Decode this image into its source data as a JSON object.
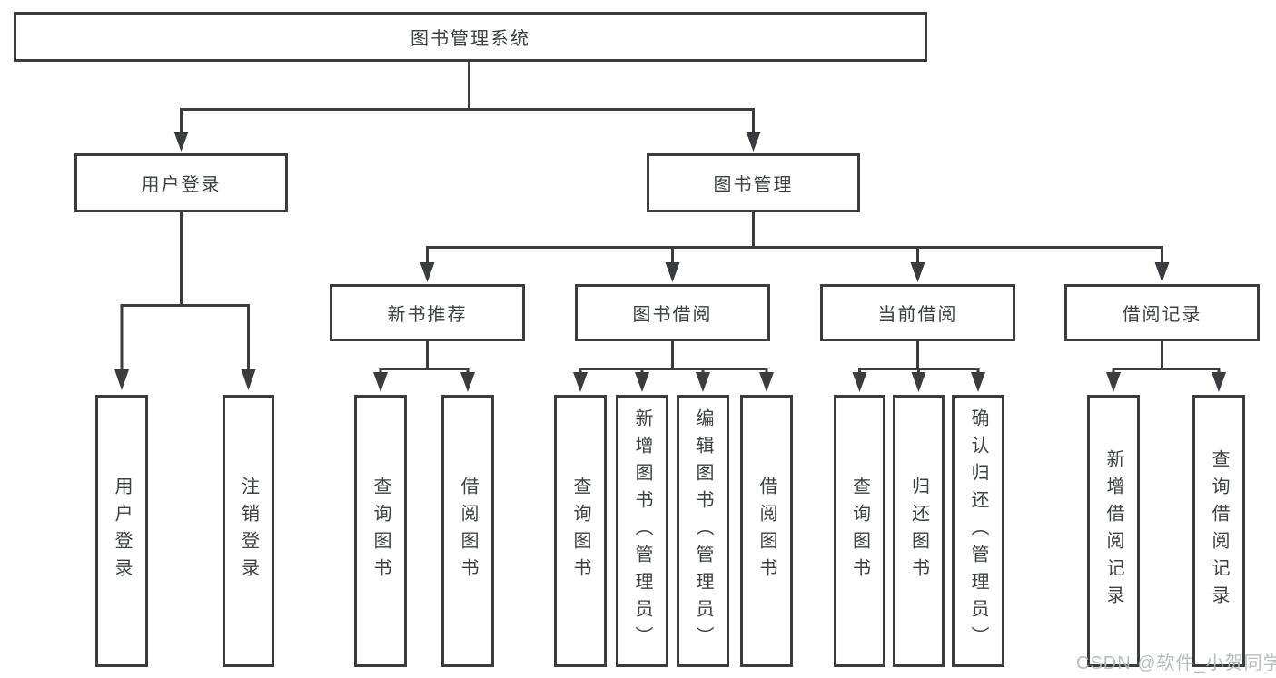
{
  "diagram": {
    "type": "tree",
    "root": {
      "label": "图书管理系统",
      "children": [
        {
          "label": "用户登录",
          "children": [
            {
              "label": "用户登录"
            },
            {
              "label": "注销登录"
            }
          ]
        },
        {
          "label": "图书管理",
          "children": [
            {
              "label": "新书推荐",
              "children": [
                {
                  "label": "查询图书"
                },
                {
                  "label": "借阅图书"
                }
              ]
            },
            {
              "label": "图书借阅",
              "children": [
                {
                  "label": "查询图书"
                },
                {
                  "label": "新增图书（管理员）"
                },
                {
                  "label": "编辑图书（管理员）"
                },
                {
                  "label": "借阅图书"
                }
              ]
            },
            {
              "label": "当前借阅",
              "children": [
                {
                  "label": "查询图书"
                },
                {
                  "label": "归还图书"
                },
                {
                  "label": "确认归还（管理员）"
                }
              ]
            },
            {
              "label": "借阅记录",
              "children": [
                {
                  "label": "新增借阅记录"
                },
                {
                  "label": "查询借阅记录"
                }
              ]
            }
          ]
        }
      ]
    },
    "colors": {
      "line": "#3a3c40",
      "box_border": "#3a3c40",
      "text": "#3d4045",
      "watermark": "#b2b6bc"
    }
  },
  "watermark": "CSDN @软件_小贺同学"
}
